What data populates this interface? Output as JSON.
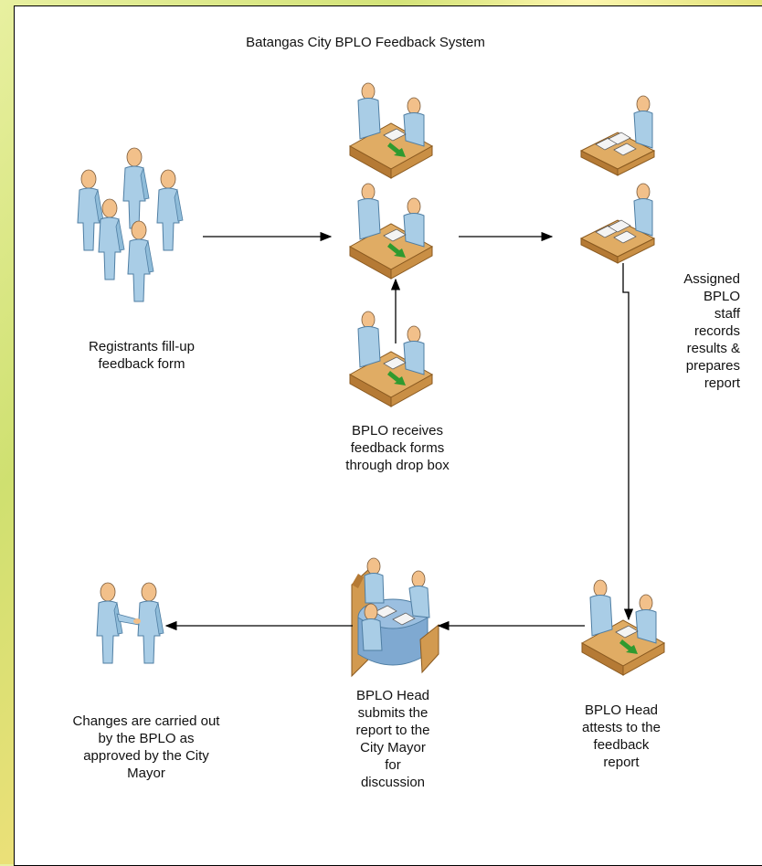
{
  "title": "Batangas City BPLO Feedback System",
  "nodes": {
    "registrants": {
      "label": "Registrants fill-up\nfeedback form",
      "icon": "group-of-people-icon"
    },
    "bplo_receives": {
      "label": "BPLO receives\nfeedback forms\nthrough drop box",
      "icon": "desk-meeting-icon"
    },
    "staff_records": {
      "label": "Assigned\nBPLO\nstaff\nrecords\nresults &\nprepares\nreport",
      "icon": "desk-with-documents-icon"
    },
    "head_attests": {
      "label": "BPLO Head\nattests to the\nfeedback\nreport",
      "icon": "desk-meeting-icon"
    },
    "head_submits": {
      "label": "BPLO Head\nsubmits the\nreport to the\nCity Mayor\nfor\ndiscussion",
      "icon": "round-table-meeting-icon"
    },
    "changes": {
      "label": "Changes are carried out\nby the BPLO as\napproved by the City\nMayor",
      "icon": "handshake-icon"
    }
  },
  "colors": {
    "person": "#a9cde6",
    "person_dark": "#6fa3c8",
    "skin": "#f2c08a",
    "desk": "#d9a35a",
    "desk_dark": "#a8702c",
    "arrow_green": "#2f9a2f"
  }
}
